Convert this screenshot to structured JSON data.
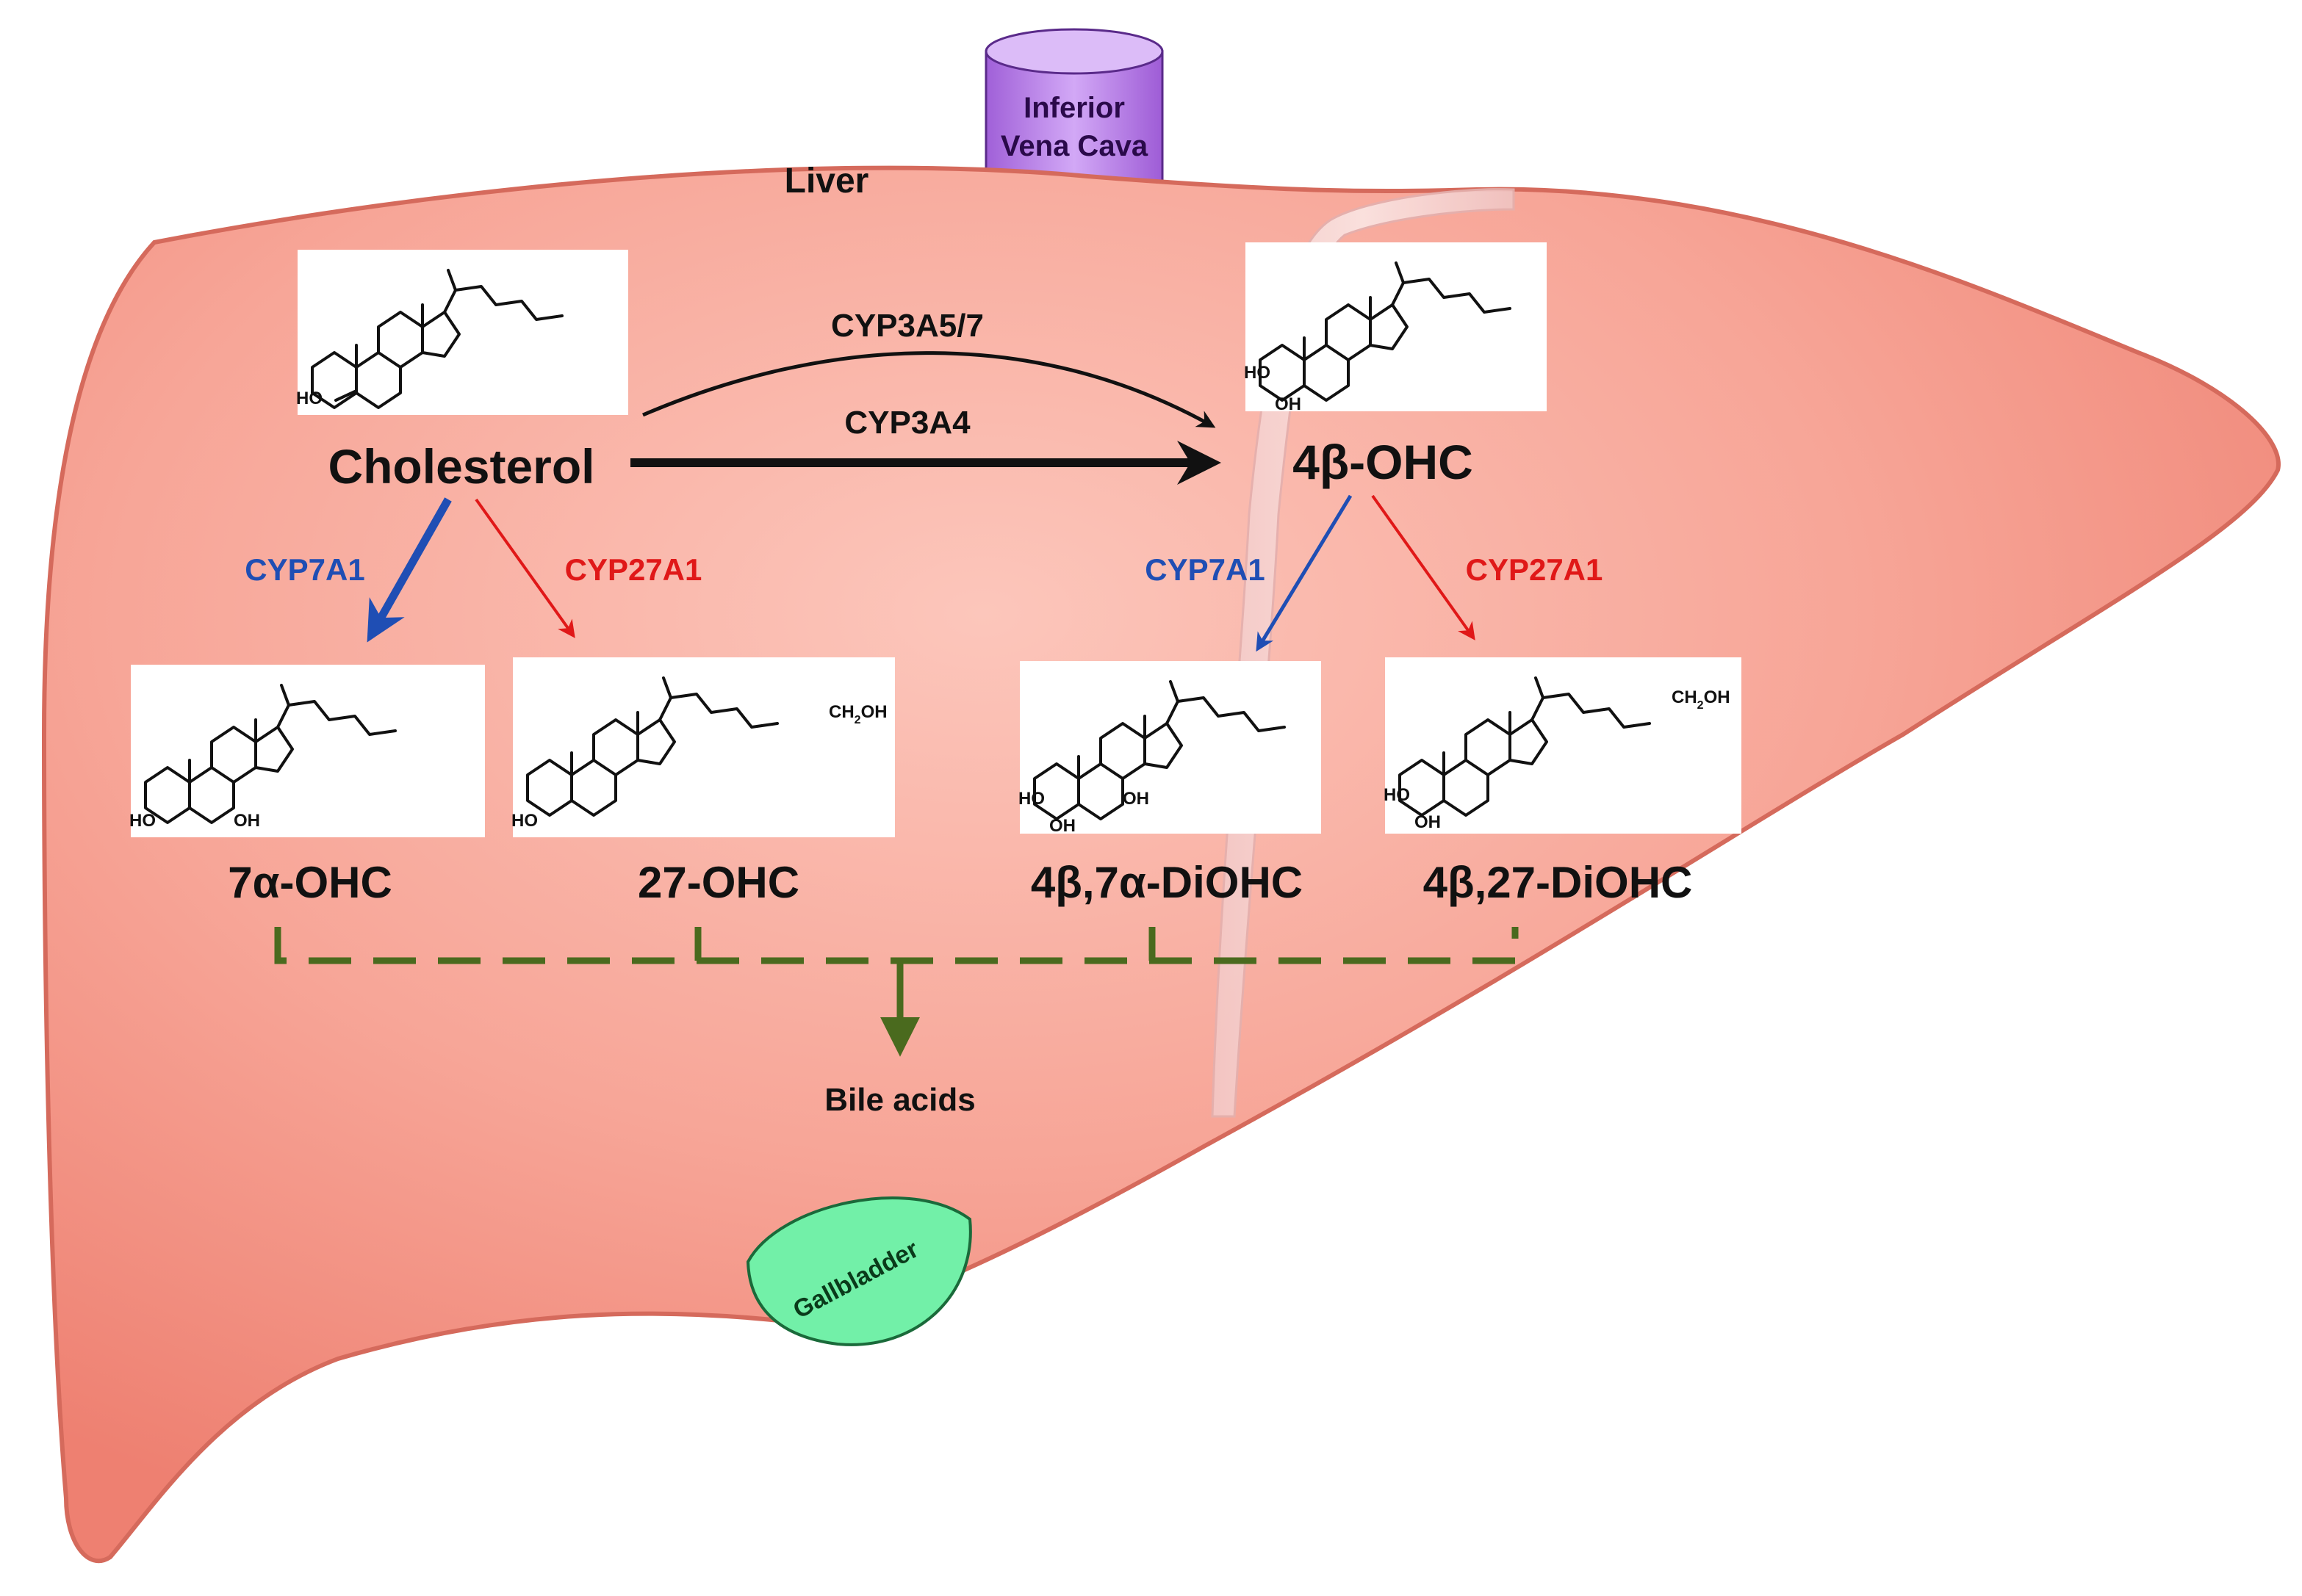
{
  "labels": {
    "liver": "Liver",
    "ivc_line1": "Inferior",
    "ivc_line2": "Vena Cava",
    "gallbladder": "Gallbladder",
    "bile_acids": "Bile acids"
  },
  "molecules": {
    "cholesterol": "Cholesterol",
    "ohc_4b": "4β-OHC",
    "ohc_7a": "7α-OHC",
    "ohc_27": "27-OHC",
    "diohc_4b7a": "4β,7α-DiOHC",
    "diohc_4b27": "4β,27-DiOHC"
  },
  "enzymes": {
    "cyp3a57": "CYP3A5/7",
    "cyp3a4": "CYP3A4",
    "cyp7a1_left": "CYP7A1",
    "cyp27a1_left": "CYP27A1",
    "cyp7a1_right": "CYP7A1",
    "cyp27a1_right": "CYP27A1"
  },
  "atoms": {
    "ho": "HO",
    "oh": "OH",
    "ch2oh": "CH",
    "ch2oh_sub": "2",
    "ch2oh_end": "OH"
  },
  "colors": {
    "liver_fill": "#f4948a",
    "liver_highlight": "#fcc3b8",
    "ivc": "#c490f0",
    "gallbladder": "#72f0a8",
    "ligament": "#f6d6d4",
    "cyp7a1": "#1f4eb4",
    "cyp27a1": "#e01818",
    "bile_path": "#4a6a1e"
  }
}
